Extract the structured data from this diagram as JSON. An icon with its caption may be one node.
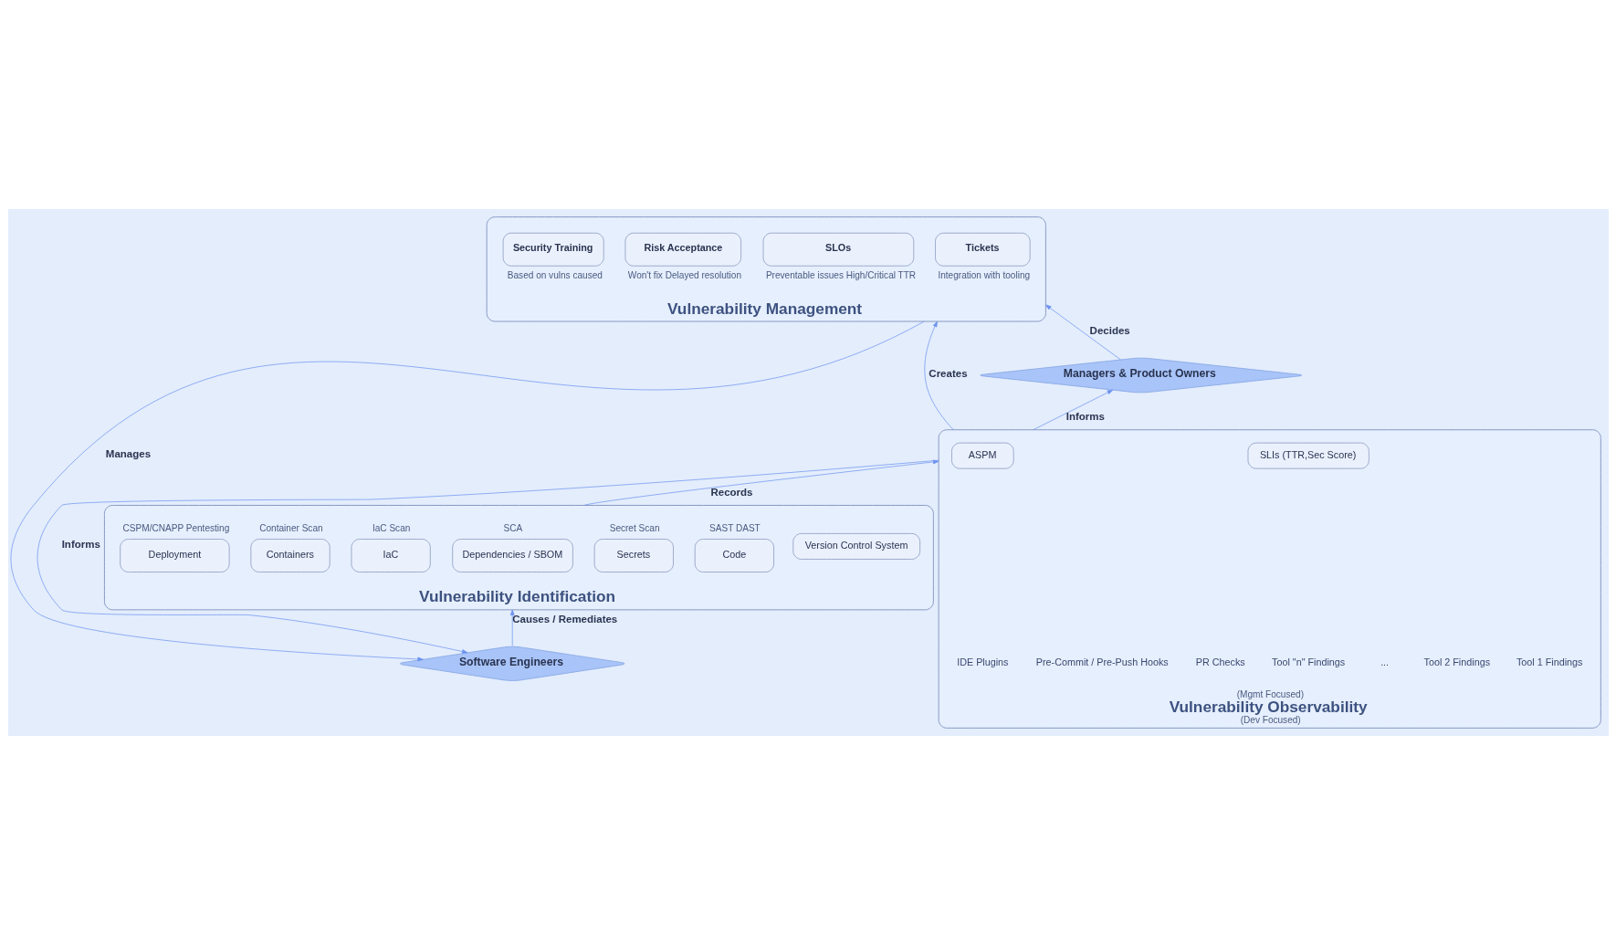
{
  "diagram": {
    "nodes": [
      {
        "text": [
          "Vulnerability Management"
        ]
      },
      {
        "text": [
          "Tickets"
        ],
        "in": 0,
        "beside": [
          "Integration with tooling"
        ]
      },
      {
        "text": [
          "SLOs"
        ],
        "in": 0,
        "beside": [
          "Preventable issues High/Critical TTR"
        ]
      },
      {
        "text": [
          "Risk Acceptance"
        ],
        "in": 0,
        "beside": [
          "Won't fix Delayed resolution"
        ]
      },
      {
        "text": [
          "Security Training"
        ],
        "in": 0,
        "beside": [
          "Based on vulns caused"
        ]
      },
      {
        "text": [
          "Managers & Product Owners"
        ]
      },
      {
        "text": [
          "(Mgmt Focused)",
          "Vulnerability Observability",
          "(Dev Focused)"
        ]
      },
      {
        "text": [
          "SLIs (TTR,Sec Score)"
        ],
        "in": 6
      },
      {
        "text": [
          "ASPM"
        ],
        "in": 6
      },
      {
        "text": [
          "Vulnerability Identification"
        ]
      },
      {
        "text": [
          "Version Control System"
        ],
        "in": 9
      },
      {
        "text": [
          "Code"
        ],
        "in": 9,
        "beside": [
          "SAST DAST"
        ]
      },
      {
        "text": [
          "Secrets"
        ],
        "in": 9,
        "beside": [
          "Secret Scan"
        ]
      },
      {
        "text": [
          "Dependencies / SBOM"
        ],
        "in": 9,
        "beside": [
          "SCA"
        ]
      },
      {
        "text": [
          "IaC"
        ],
        "in": 9,
        "beside": [
          "IaC Scan"
        ]
      },
      {
        "text": [
          "Containers"
        ],
        "in": 9,
        "beside": [
          "Container Scan"
        ]
      },
      {
        "text": [
          "Deployment"
        ],
        "in": 9,
        "beside": [
          "CSPM/CNAPP Pentesting"
        ]
      },
      {
        "text": [
          "Software Engineers"
        ]
      }
    ],
    "edges": [
      {
        "from": 5,
        "to": 0,
        "arrow": "to",
        "label": "Decides"
      },
      {
        "from": 0,
        "to": 17,
        "arrow": "to",
        "label": "Manages"
      },
      {
        "from": 6,
        "to": 0,
        "arrow": "to",
        "label": "Creates"
      },
      {
        "from": 6,
        "to": 5,
        "arrow": "to",
        "label": "Informs"
      },
      {
        "from": 6,
        "to": 17,
        "arrow": "to",
        "label": "Informs"
      },
      {
        "from": 9,
        "to": 6,
        "arrow": "to",
        "label": "Records"
      },
      {
        "from": 17,
        "to": 9,
        "arrow": "to",
        "label": "Causes / Remediates"
      }
    ],
    "labels": [
      "Tool 1 Findings",
      "Tool 2 Findings",
      "...",
      "Tool \"n\" Findings",
      "PR Checks",
      "Pre-Commit / Pre-Push Hooks",
      "IDE Plugins"
    ]
  }
}
